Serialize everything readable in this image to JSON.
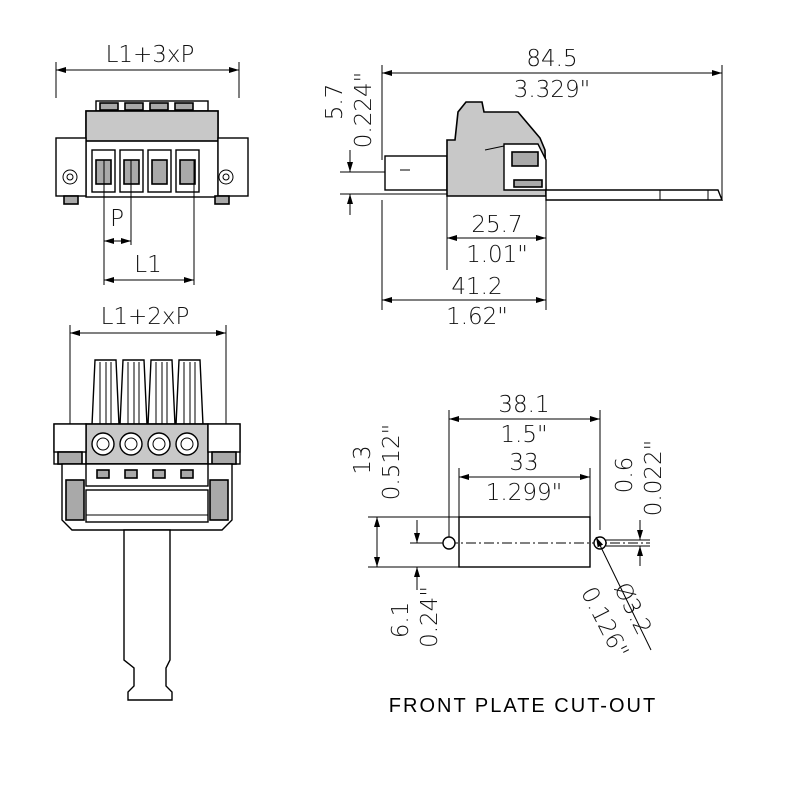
{
  "top_left_view": {
    "overall_label": "L1+3xP",
    "pitch_label": "P",
    "span_label": "L1"
  },
  "side_view": {
    "length_mm": "84.5",
    "length_in": "3.329\"",
    "height_mm": "5.7",
    "height_in": "0.224\"",
    "body_mm": "25.7",
    "body_in": "1.01\"",
    "depth_mm": "41.2",
    "depth_in": "1.62\""
  },
  "bottom_left_view": {
    "overall_label": "L1+2xP"
  },
  "cutout": {
    "caption": "FRONT PLATE CUT-OUT",
    "width_mm": "38.1",
    "width_in": "1.5\"",
    "inner_mm": "33",
    "inner_in": "1.299\"",
    "height_mm": "13",
    "height_in": "0.512\"",
    "offset_mm": "0.6",
    "offset_in": "0.022\"",
    "lower_mm": "6.1",
    "lower_in": "0.24\"",
    "hole_mm": "Ø3.2",
    "hole_in": "0.126\""
  }
}
